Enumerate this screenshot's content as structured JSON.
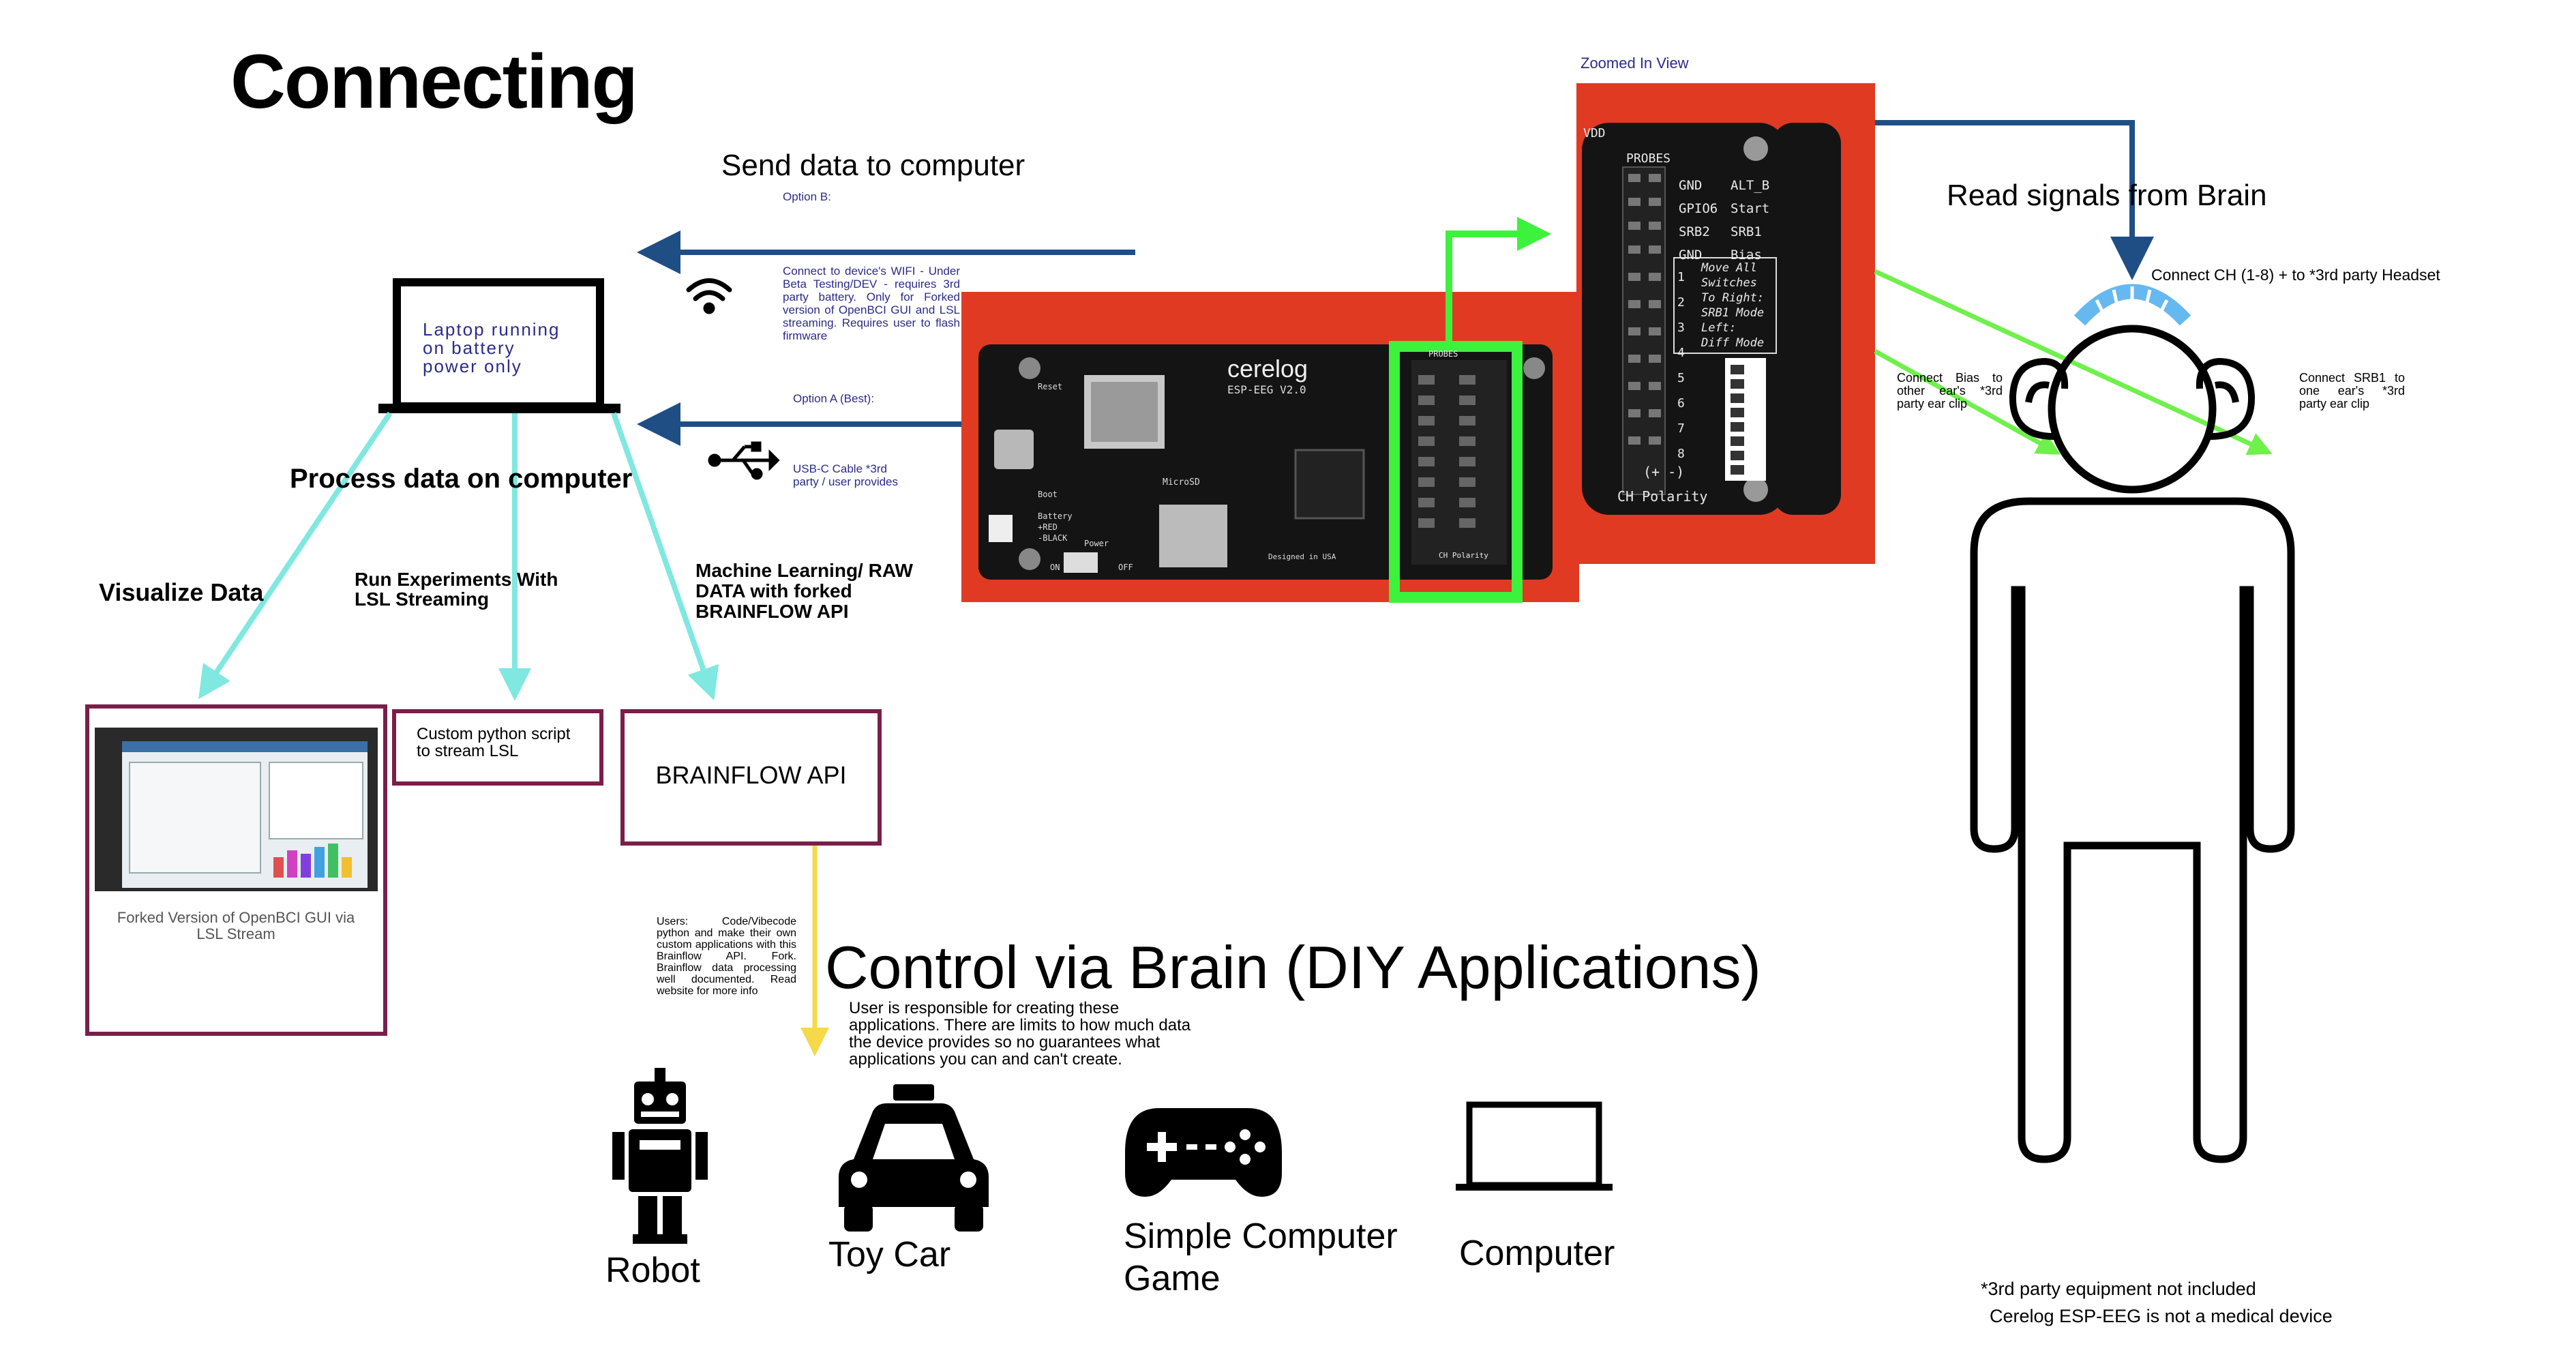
{
  "title": "Connecting",
  "send_data": "Send data to computer",
  "option_b": {
    "label": "Option B:",
    "text": "Connect to device's WIFI - Under Beta Testing/DEV - requires 3rd party battery. Only for Forked version of OpenBCI GUI and LSL streaming. Requires user to flash firmware"
  },
  "option_a": {
    "label": "Option A (Best):",
    "text": "USB-C Cable *3rd party / user provides"
  },
  "laptop_text": "Laptop running on battery power only",
  "process_data": "Process data on computer",
  "visualize": "Visualize Data",
  "run_experiments": "Run Experiments With LSL Streaming",
  "machine_learning": "Machine Learning/ RAW DATA with forked BRAINFLOW API",
  "gui_caption": "Forked Version of OpenBCI GUI via LSL Stream",
  "python_box": "Custom python script to stream LSL",
  "brainflow_box": "BRAINFLOW API",
  "users_text": "Users: Code/Vibecode python and make their own custom applications with this Brainflow API. Fork. Brainflow data processing well documented. Read website for more info",
  "control_title": "Control via Brain (DIY Applications)",
  "control_note": "User is responsible for creating these applications. There are limits to how much data the device provides so no guarantees what applications you can and can't create.",
  "apps": [
    {
      "label": "Robot",
      "icon": "robot-icon"
    },
    {
      "label": "Toy Car",
      "icon": "taxi-icon"
    },
    {
      "label": "Simple Computer Game",
      "icon": "gamepad-icon"
    },
    {
      "label": "Computer",
      "icon": "laptop-icon"
    }
  ],
  "zoomed_label": "Zoomed In View",
  "board": {
    "brand": "cerelog",
    "model": "ESP-EEG V2.0",
    "microsd": "MicroSD",
    "reset": "Reset",
    "boot": "Boot",
    "battery": "Battery",
    "red": "+RED",
    "black": "-BLACK",
    "power": "Power",
    "on": "ON",
    "off": "OFF",
    "designed": "Designed in USA",
    "probes": "PROBES",
    "ch_polarity": "CH Polarity"
  },
  "zoom": {
    "vdd": "VDD",
    "probes": "PROBES",
    "pins_left": [
      "GND",
      "GPIO6",
      "SRB2",
      "GND"
    ],
    "pins_right": [
      "ALT_B",
      "Start",
      "SRB1",
      "Bias"
    ],
    "note": [
      "Move All",
      "Switches",
      "To Right:",
      "SRB1 Mode",
      "Left:",
      "Diff Mode"
    ],
    "numbers": [
      "1",
      "2",
      "3",
      "4",
      "5",
      "6",
      "7",
      "8"
    ],
    "pm": "(+ -)",
    "ch_polarity": "CH Polarity"
  },
  "read_signals": "Read signals from Brain",
  "connect_ch": "Connect CH (1-8) + to *3rd party Headset",
  "connect_bias": "Connect Bias to other ear's *3rd party ear clip",
  "connect_srb1": "Connect SRB1 to one ear's *3rd party ear clip",
  "footnote1": "*3rd party equipment not included",
  "footnote2": "Cerelog ESP-EEG is not a medical device",
  "colors": {
    "dark_blue_arrow": "#1f4e85",
    "cyan_arrow": "#7fe8e0",
    "green_arrow": "#6ff04c",
    "highlight_green": "#3cf23c",
    "yellow_arrow": "#f5d94a",
    "box_border": "#7a1e4a",
    "pcb_red": "#e03a22",
    "headset_blue": "#66b8f0"
  }
}
